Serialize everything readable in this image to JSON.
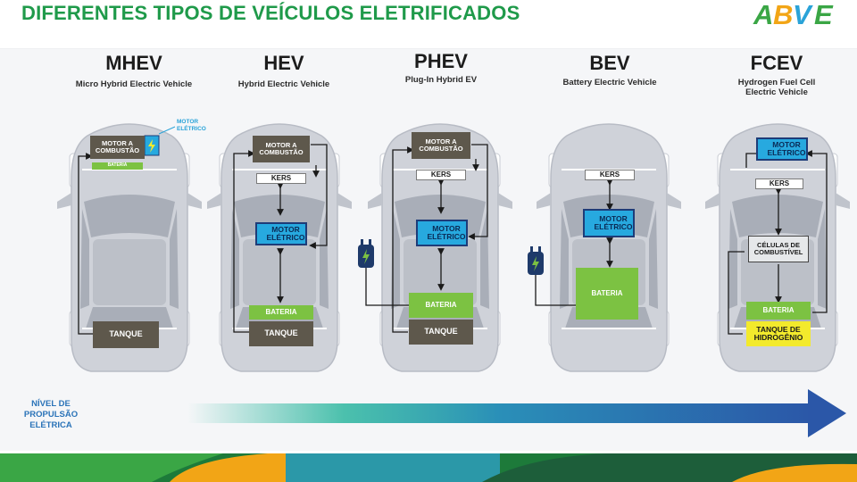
{
  "header": {
    "title": "DIFERENTES TIPOS DE VEÍCULOS ELETRIFICADOS",
    "logo_text": "ABVE"
  },
  "colors": {
    "title_green": "#1f9a4a",
    "engine": "#5e584c",
    "motor": "#27a9df",
    "battery": "#7cc242",
    "hydrogen": "#f3ea2c",
    "arrow_start": "#21b39a",
    "arrow_end": "#2b57a8"
  },
  "vehicles": [
    {
      "name": "MHEV",
      "subtitle": "Micro Hybrid Electric Vehicle",
      "engine": "MOTOR A COMBUSTÃO",
      "battery": "BATERIA",
      "motor_note": "MOTOR ELÉTRICO",
      "tank": "TANQUE"
    },
    {
      "name": "HEV",
      "subtitle": "Hybrid Electric Vehicle",
      "engine": "MOTOR A COMBUSTÃO",
      "kers": "KERS",
      "motor": "MOTOR ELÉTRICO",
      "battery": "BATERIA",
      "tank": "TANQUE"
    },
    {
      "name": "PHEV",
      "subtitle": "Plug-In Hybrid EV",
      "engine": "MOTOR A COMBUSTÃO",
      "kers": "KERS",
      "motor": "MOTOR ELÉTRICO",
      "battery": "BATERIA",
      "tank": "TANQUE",
      "plug_icon": "plug-icon"
    },
    {
      "name": "BEV",
      "subtitle": "Battery Electric Vehicle",
      "kers": "KERS",
      "motor": "MOTOR ELÉTRICO",
      "battery": "BATERIA",
      "plug_icon": "plug-icon"
    },
    {
      "name": "FCEV",
      "subtitle": "Hydrogen Fuel Cell Electric Vehicle",
      "motor": "MOTOR ELÉTRICO",
      "kers": "KERS",
      "fuel_cell": "CÉLULAS DE COMBUSTÍVEL",
      "battery": "BATERIA",
      "tank": "Tanque de Hidrogênio"
    }
  ],
  "propulsion_level": "NÍVEL DE PROPULSÃO ELÉTRICA"
}
